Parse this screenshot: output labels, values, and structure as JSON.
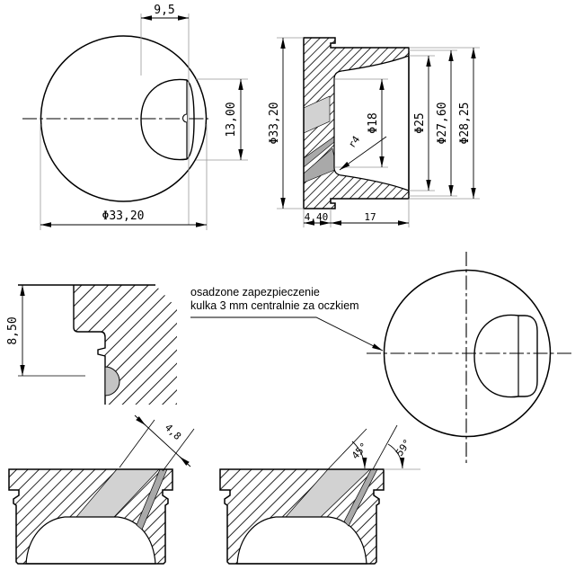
{
  "drawing": {
    "labels": {
      "front": {
        "eye_width": "9,5",
        "eye_height": "13,00",
        "diameter": "Φ33,20"
      },
      "section": {
        "diameter": "Φ33,20",
        "bore": "Φ18",
        "fillet": "r4",
        "inner_dia": "Φ25",
        "mid_dia": "Φ27,60",
        "rim_dia": "Φ28,25",
        "flange_width": "4,40",
        "body_length": "17"
      },
      "detail": {
        "height": "8,50"
      },
      "note": {
        "line1": "osadzone zapezpieczenie",
        "line2": "kulka  3 mm centralnie za oczkiem"
      },
      "channel": {
        "width": "4,8"
      },
      "angles": {
        "a1": "45°",
        "a2": "59°"
      }
    },
    "colors": {
      "line": "#000000",
      "extension_line": "#999999",
      "band_light": "#d2d2d2",
      "band_dark": "#a9a9a9",
      "ball": "#c4c4c4"
    }
  }
}
